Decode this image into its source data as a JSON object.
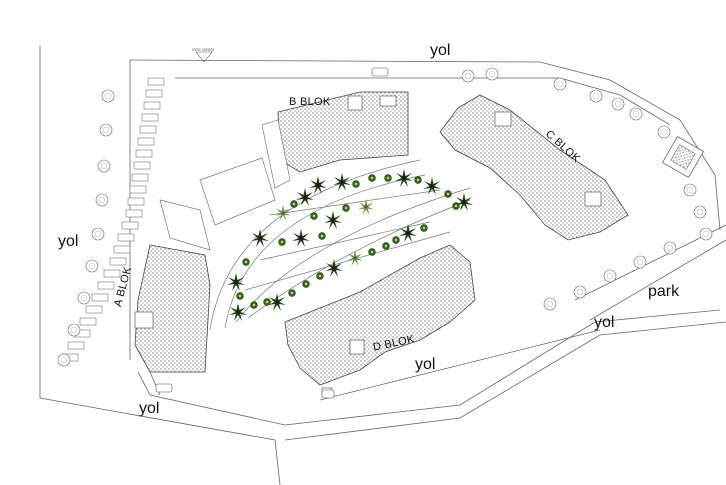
{
  "roads": {
    "north": "yol",
    "west": "yol",
    "southwest": "yol",
    "south": "yol",
    "southeast": "yol"
  },
  "park_label": "park",
  "blocks": {
    "a": "A BLOK",
    "b": "B BLOK",
    "c": "C BLOK",
    "d": "D BLOK"
  },
  "site_entrance": "SITE GIRIŞI",
  "colors": {
    "line": "#555555",
    "hatch": "#9a9a9a",
    "palm_dark": "#1f3d14",
    "palm_light": "#7da05e",
    "shrub": "#2b6e22"
  },
  "icons": [
    "palm-tree-icon",
    "shrub-icon",
    "round-tree-icon"
  ]
}
